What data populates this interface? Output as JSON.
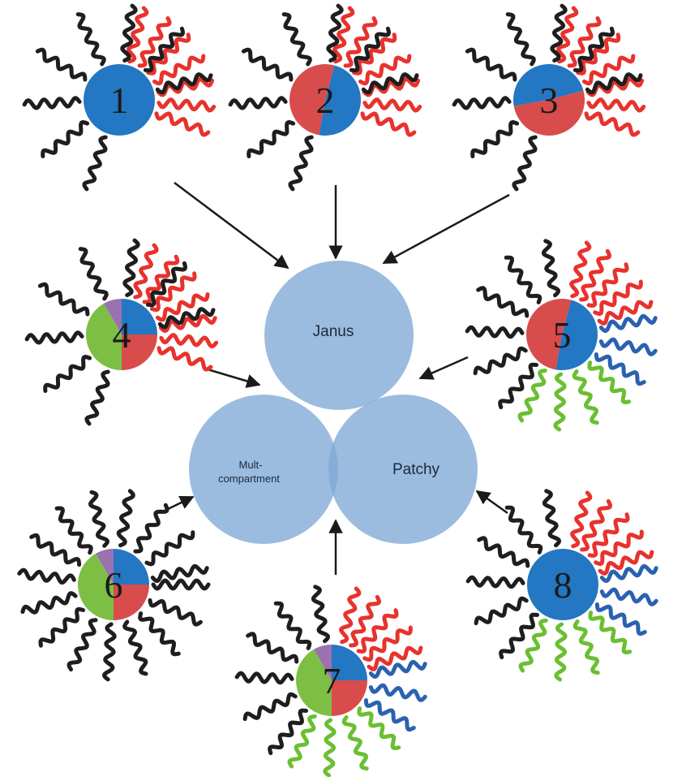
{
  "colors": {
    "black": "#1e1e1e",
    "red": "#e8322d",
    "blue": "#2a62b0",
    "green": "#6abf32",
    "sphere_blue": "#2477c2",
    "sphere_red": "#d84c4c",
    "sphere_green": "#7dbf45",
    "sphere_purple": "#9a72b0",
    "venn_fill": "#7fa9d6",
    "arrow": "#1a1a1a"
  },
  "venn": {
    "labels": {
      "janus": "Janus",
      "multi_line1": "Mult-",
      "multi_line2": "compartment",
      "patchy": "Patchy"
    }
  },
  "particles": [
    {
      "label": "1",
      "sectors": [
        [
          "sphere_blue",
          0,
          360
        ]
      ],
      "chains": [
        [
          "red",
          -75,
          20,
          7
        ],
        [
          "black",
          110,
          345,
          8
        ]
      ]
    },
    {
      "label": "2",
      "sectors": [
        [
          "sphere_blue",
          -75,
          100
        ],
        [
          "sphere_red",
          100,
          285
        ]
      ],
      "chains": [
        [
          "red",
          -75,
          20,
          7
        ],
        [
          "black",
          110,
          345,
          8
        ]
      ]
    },
    {
      "label": "3",
      "sectors": [
        [
          "sphere_blue",
          170,
          345
        ],
        [
          "sphere_red",
          -15,
          170
        ]
      ],
      "chains": [
        [
          "red",
          -75,
          20,
          7
        ],
        [
          "black",
          110,
          345,
          8
        ]
      ]
    },
    {
      "label": "4",
      "sectors": [
        [
          "sphere_blue",
          -90,
          0
        ],
        [
          "sphere_red",
          0,
          90
        ],
        [
          "sphere_green",
          90,
          240
        ],
        [
          "sphere_purple",
          240,
          270
        ]
      ],
      "chains": [
        [
          "red",
          -70,
          20,
          7
        ],
        [
          "black",
          110,
          345,
          8
        ]
      ]
    },
    {
      "label": "5",
      "sectors": [
        [
          "sphere_blue",
          -75,
          100
        ],
        [
          "sphere_red",
          100,
          285
        ]
      ],
      "chains": [
        [
          "red",
          -75,
          -20,
          5
        ],
        [
          "blue",
          -10,
          30,
          3
        ],
        [
          "green",
          45,
          115,
          4
        ],
        [
          "black",
          130,
          260,
          6
        ]
      ]
    },
    {
      "label": "6",
      "sectors": [
        [
          "sphere_blue",
          -90,
          0
        ],
        [
          "sphere_red",
          0,
          90
        ],
        [
          "sphere_green",
          90,
          240
        ],
        [
          "sphere_purple",
          240,
          270
        ]
      ],
      "chains": [
        [
          "black",
          0,
          350,
          16
        ]
      ]
    },
    {
      "label": "7",
      "sectors": [
        [
          "sphere_blue",
          -90,
          0
        ],
        [
          "sphere_red",
          0,
          90
        ],
        [
          "sphere_green",
          90,
          240
        ],
        [
          "sphere_purple",
          240,
          270
        ]
      ],
      "chains": [
        [
          "red",
          -75,
          -20,
          5
        ],
        [
          "blue",
          -10,
          30,
          3
        ],
        [
          "green",
          45,
          115,
          4
        ],
        [
          "black",
          130,
          260,
          6
        ]
      ]
    },
    {
      "label": "8",
      "sectors": [
        [
          "sphere_blue",
          0,
          360
        ]
      ],
      "chains": [
        [
          "red",
          -75,
          -20,
          5
        ],
        [
          "blue",
          -10,
          30,
          3
        ],
        [
          "green",
          45,
          115,
          4
        ],
        [
          "black",
          130,
          260,
          6
        ]
      ]
    }
  ]
}
